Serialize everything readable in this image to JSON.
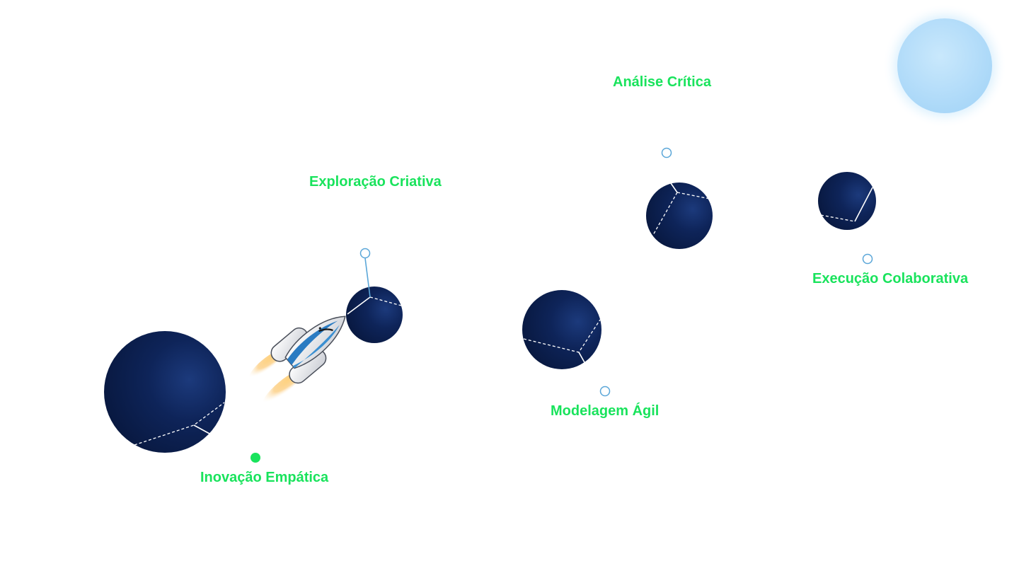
{
  "stages": [
    {
      "id": "inovacao",
      "label": "Inovação Empática",
      "status": "current"
    },
    {
      "id": "exploracao",
      "label": "Exploração Criativa",
      "status": "upcoming"
    },
    {
      "id": "modelagem",
      "label": "Modelagem Ágil",
      "status": "upcoming"
    },
    {
      "id": "analise",
      "label": "Análise Crítica",
      "status": "upcoming"
    },
    {
      "id": "execucao",
      "label": "Execução Colaborativa",
      "status": "upcoming"
    }
  ],
  "colors": {
    "label": "#19e35c",
    "marker_active": "#19e35c",
    "marker_inactive": "#5aa6d8",
    "planet_dark": "#0a1c4a",
    "planet_light": "#15306b",
    "sun": "#bfe3fb"
  },
  "icons": {
    "rocket": "rocket-icon",
    "sun": "sun-icon",
    "planet": "planet-icon"
  }
}
